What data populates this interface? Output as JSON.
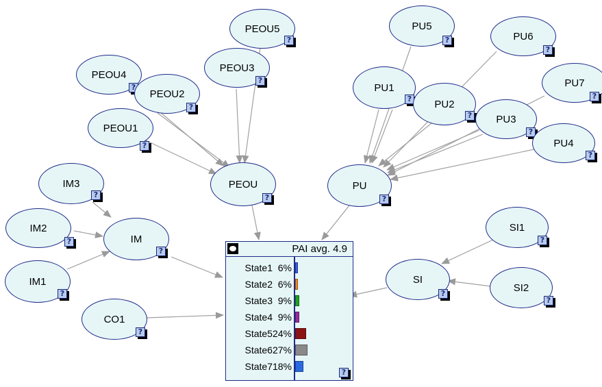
{
  "nodes": {
    "peou5": "PEOU5",
    "peou4": "PEOU4",
    "peou3": "PEOU3",
    "peou2": "PEOU2",
    "peou1": "PEOU1",
    "peou": "PEOU",
    "im3": "IM3",
    "im2": "IM2",
    "im1": "IM1",
    "im": "IM",
    "co1": "CO1",
    "pu5": "PU5",
    "pu6": "PU6",
    "pu7": "PU7",
    "pu1": "PU1",
    "pu2": "PU2",
    "pu3": "PU3",
    "pu4": "PU4",
    "pu": "PU",
    "si1": "SI1",
    "si2": "SI2",
    "si": "SI"
  },
  "badge_glyph": "?",
  "pai": {
    "title": "PAI avg. 4.9",
    "states": [
      {
        "label": "State1",
        "pct": "6%",
        "value": 6,
        "color": "#3a5fe0"
      },
      {
        "label": "State2",
        "pct": "6%",
        "value": 6,
        "color": "#f08a1e"
      },
      {
        "label": "State3",
        "pct": "9%",
        "value": 9,
        "color": "#22a022"
      },
      {
        "label": "State4",
        "pct": "9%",
        "value": 9,
        "color": "#9a2a9a"
      },
      {
        "label": "State5",
        "pct": "24%",
        "value": 24,
        "color": "#8a1414"
      },
      {
        "label": "State6",
        "pct": "27%",
        "value": 27,
        "color": "#8a8a8a"
      },
      {
        "label": "State7",
        "pct": "18%",
        "value": 18,
        "color": "#2a6ae0"
      }
    ]
  }
}
